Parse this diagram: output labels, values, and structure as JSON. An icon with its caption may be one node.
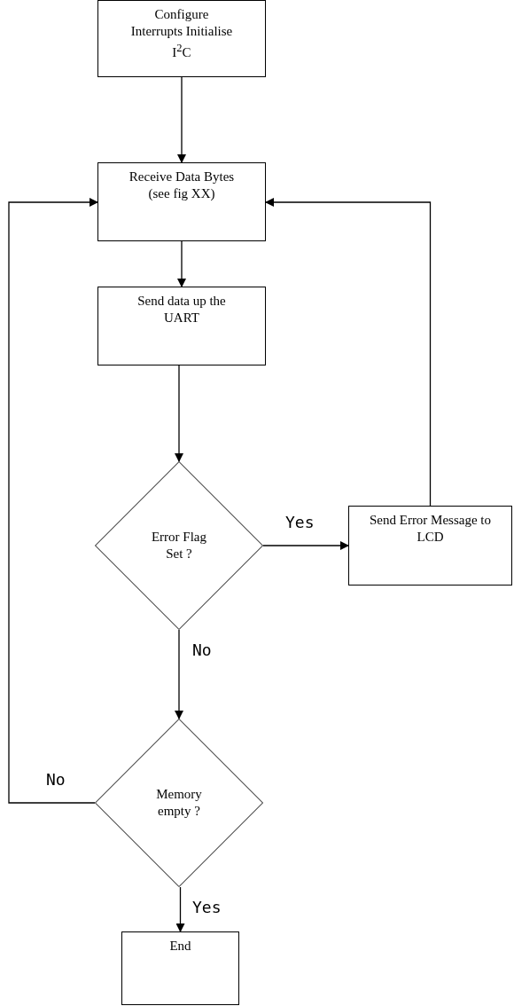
{
  "diagram": {
    "nodes": [
      {
        "text": [
          "Configure Interrupts Initialise I$^{2}$C"
        ]
      },
      {
        "text": [
          "Receive Data Bytes (see fig XX)"
        ]
      },
      {
        "text": [
          "Send data up the UART"
        ]
      },
      {
        "text": [
          "Error Flag Set ?"
        ]
      },
      {
        "text": [
          "Send Error Message to LCD"
        ]
      },
      {
        "text": [
          "Memory empty ?"
        ]
      },
      {
        "text": [
          "End"
        ]
      }
    ],
    "edges": [
      {
        "from": 0,
        "to": 1,
        "arrow": "to"
      },
      {
        "from": 1,
        "to": 2,
        "arrow": "to"
      },
      {
        "from": 2,
        "to": 3,
        "arrow": "to"
      },
      {
        "from": 3,
        "to": 4,
        "arrow": "to",
        "label": "Yes"
      },
      {
        "from": 4,
        "to": 1,
        "arrow": "to"
      },
      {
        "from": 3,
        "to": 5,
        "arrow": "to",
        "label": "No"
      },
      {
        "from": 5,
        "to": 1,
        "arrow": "to",
        "label": "No"
      },
      {
        "from": 5,
        "to": 6,
        "arrow": "to",
        "label": "Yes"
      }
    ]
  }
}
